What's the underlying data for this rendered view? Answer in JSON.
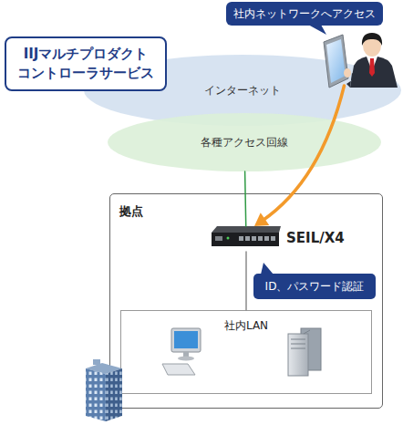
{
  "diagram": {
    "nodes": [
      {
        "text": [
          "IIJマルチプロダクト コントローラサービス"
        ]
      },
      {
        "text": [
          "社内ネットワークへアクセス"
        ]
      },
      {
        "text": [
          "インターネット"
        ]
      },
      {
        "text": [
          "各種アクセス回線"
        ]
      },
      {
        "text": [
          "拠点"
        ]
      },
      {
        "text": [
          "SEIL/X4"
        ],
        "in": 4
      },
      {
        "text": [
          "ID、パスワード認証"
        ],
        "in": 4
      },
      {
        "text": [
          "社内LAN"
        ],
        "in": 4
      }
    ],
    "edges": [
      {
        "from": 1,
        "to": 5,
        "arrow": "to"
      },
      {
        "from": 3,
        "to": 5,
        "arrow": "none"
      },
      {
        "from": 5,
        "to": 7,
        "arrow": "none"
      }
    ]
  }
}
